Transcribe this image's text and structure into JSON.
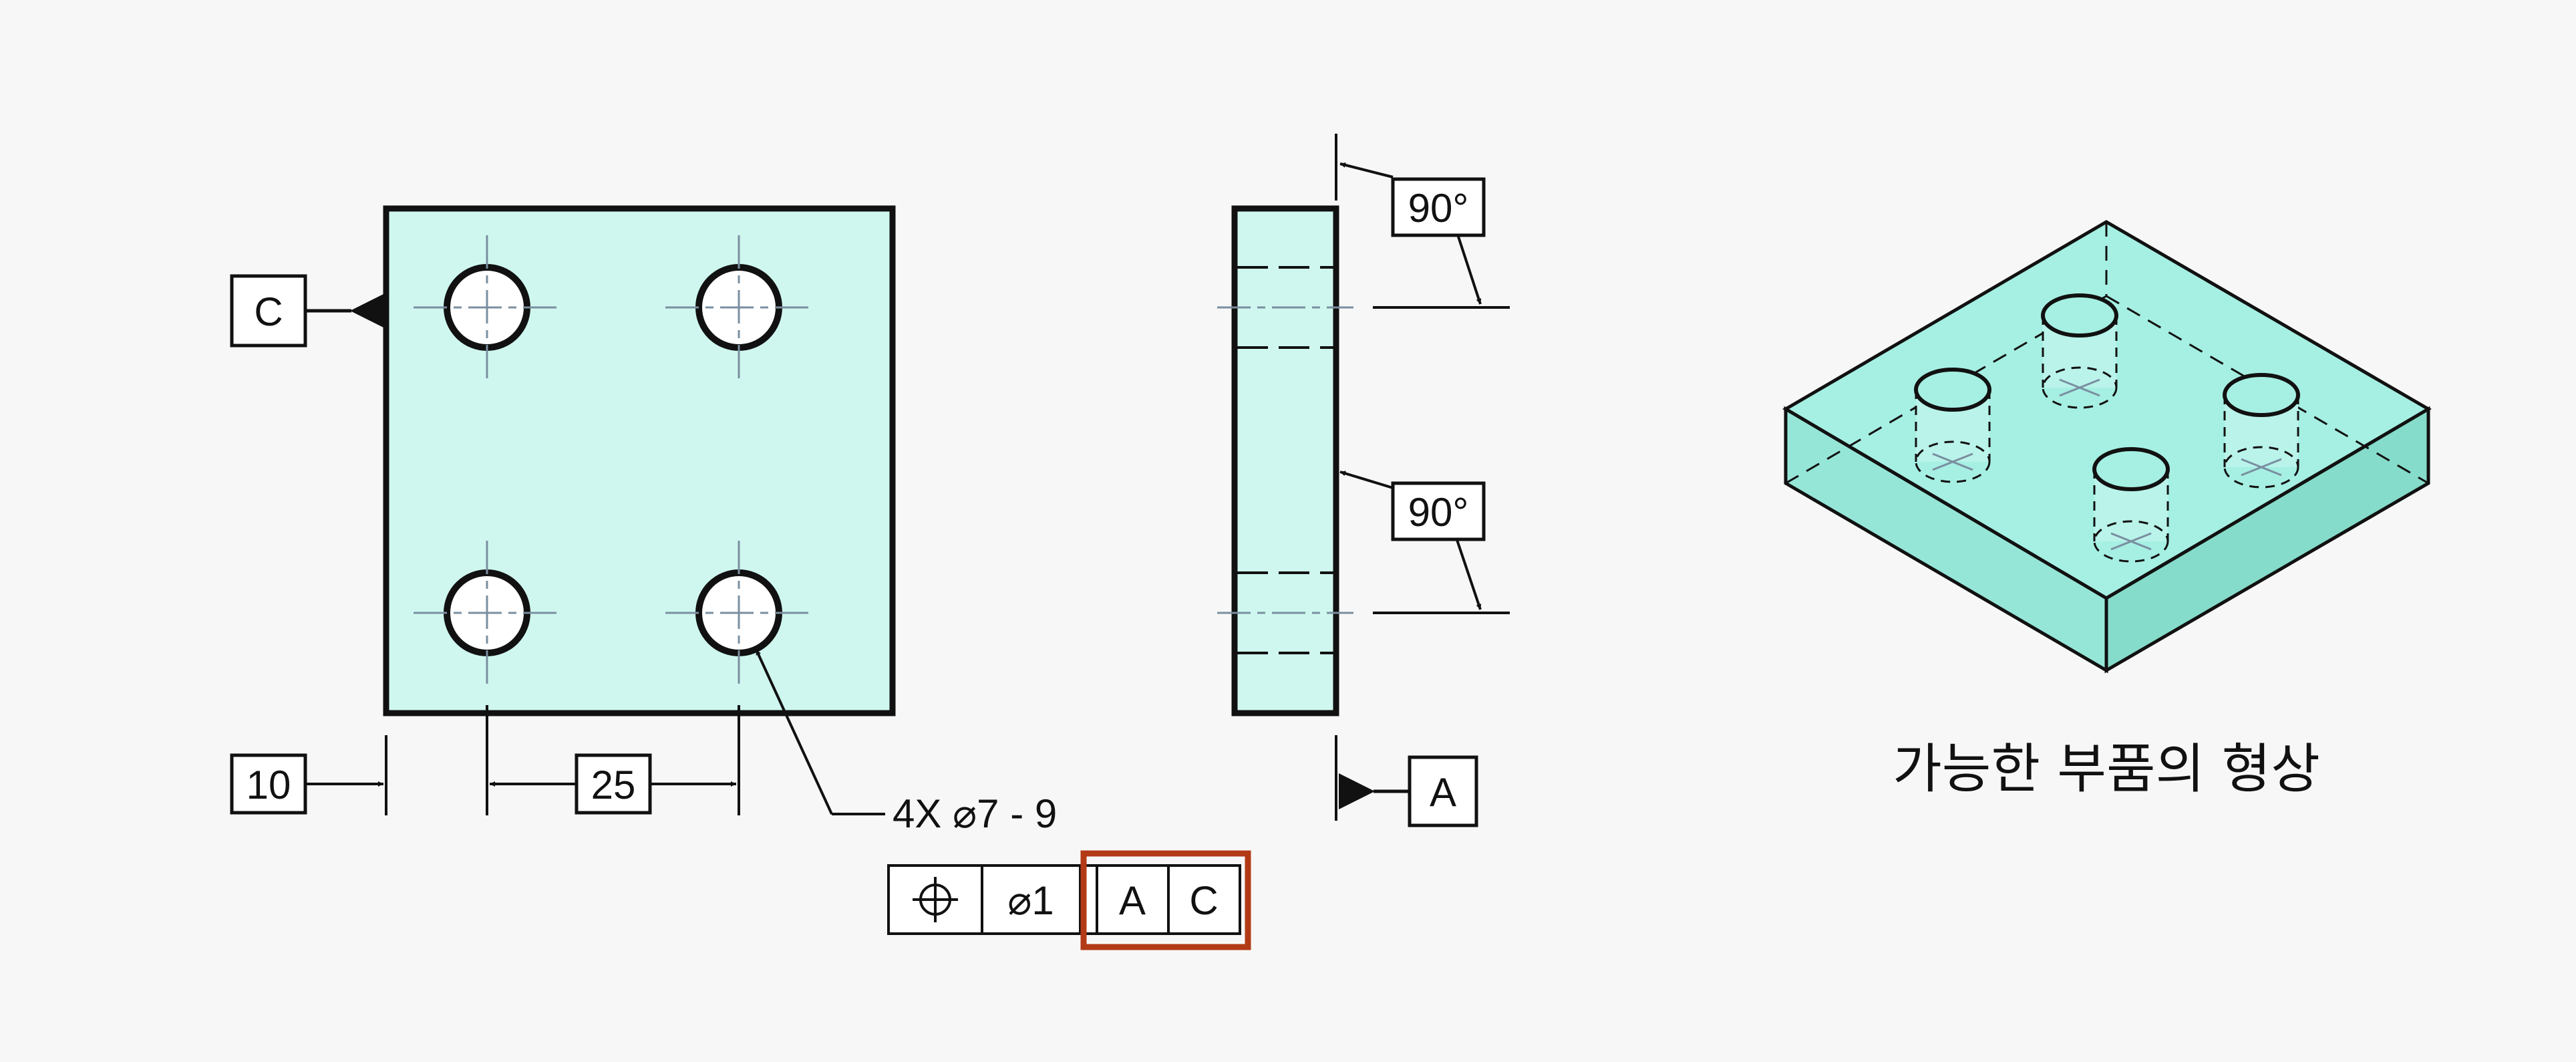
{
  "colors": {
    "part_fill": "#cff7ef",
    "iso_top": "#a6efe3",
    "iso_front": "#96e6d8",
    "iso_side": "#86dcca",
    "outline": "#111111",
    "centerline": "#7a8fa0",
    "highlight": "#b23a16",
    "background": "#f7f7f7"
  },
  "datum_c": {
    "label": "C"
  },
  "datum_a": {
    "label": "A"
  },
  "dims": {
    "edge_offset": "10",
    "hole_spacing": "25"
  },
  "hole_callout": {
    "label": "4X ⌀7 - 9"
  },
  "fcf": {
    "symbol": "position-icon",
    "tolerance": "⌀1",
    "datum_1": "A",
    "datum_2": "C"
  },
  "angles": {
    "upper": "90°",
    "lower": "90°"
  },
  "caption": "가능한 부품의 형상"
}
